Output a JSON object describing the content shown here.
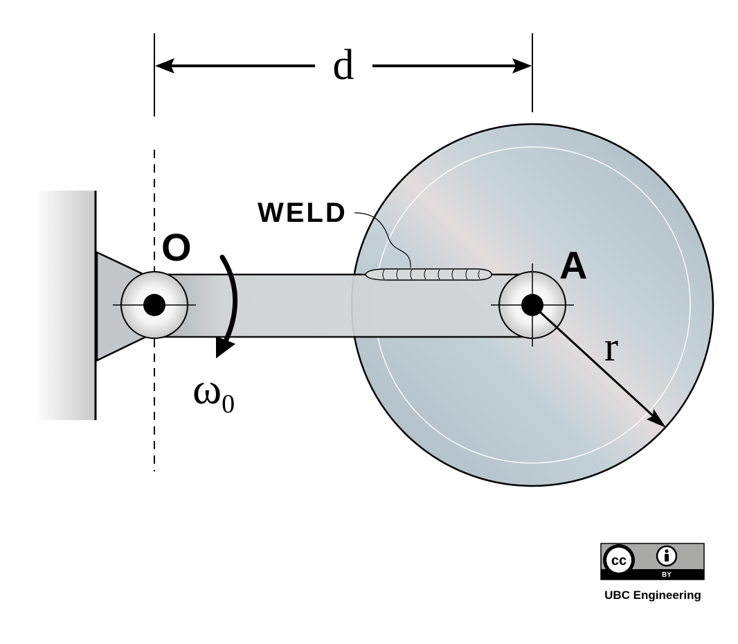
{
  "labels": {
    "dimension": "d",
    "pivot": "O",
    "center": "A",
    "radius": "r",
    "weld": "WELD",
    "omega_symbol": "ω",
    "omega_subscript": "0"
  },
  "license": {
    "cc": "cc",
    "by": "BY",
    "credit": "UBC Engineering"
  },
  "colors": {
    "disk": "#b4c3cb",
    "bar": "#cdd0d2",
    "bracket": "#c4c7c9",
    "ink": "#000000"
  }
}
